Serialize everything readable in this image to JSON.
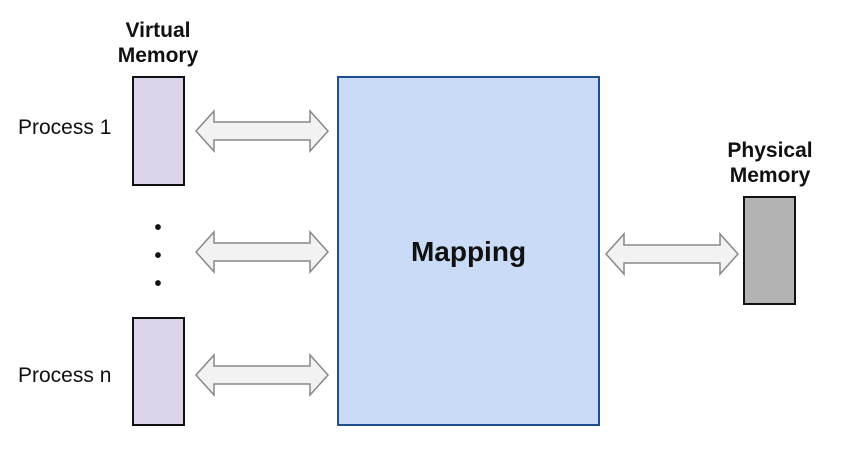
{
  "virtual_memory": {
    "line1": "Virtual",
    "line2": "Memory"
  },
  "physical_memory": {
    "line1": "Physical",
    "line2": "Memory"
  },
  "processes": {
    "first": "Process 1",
    "last": "Process n",
    "ellipsis": "•\n•\n•"
  },
  "mapping": {
    "label": "Mapping"
  },
  "colors": {
    "virtual_box_fill": "#dcd5e9",
    "mapping_fill": "#c9dbf6",
    "mapping_stroke": "#1f4f8f",
    "physical_fill": "#b3b3b3",
    "arrow_fill": "#f2f2f2",
    "arrow_stroke": "#888888"
  }
}
